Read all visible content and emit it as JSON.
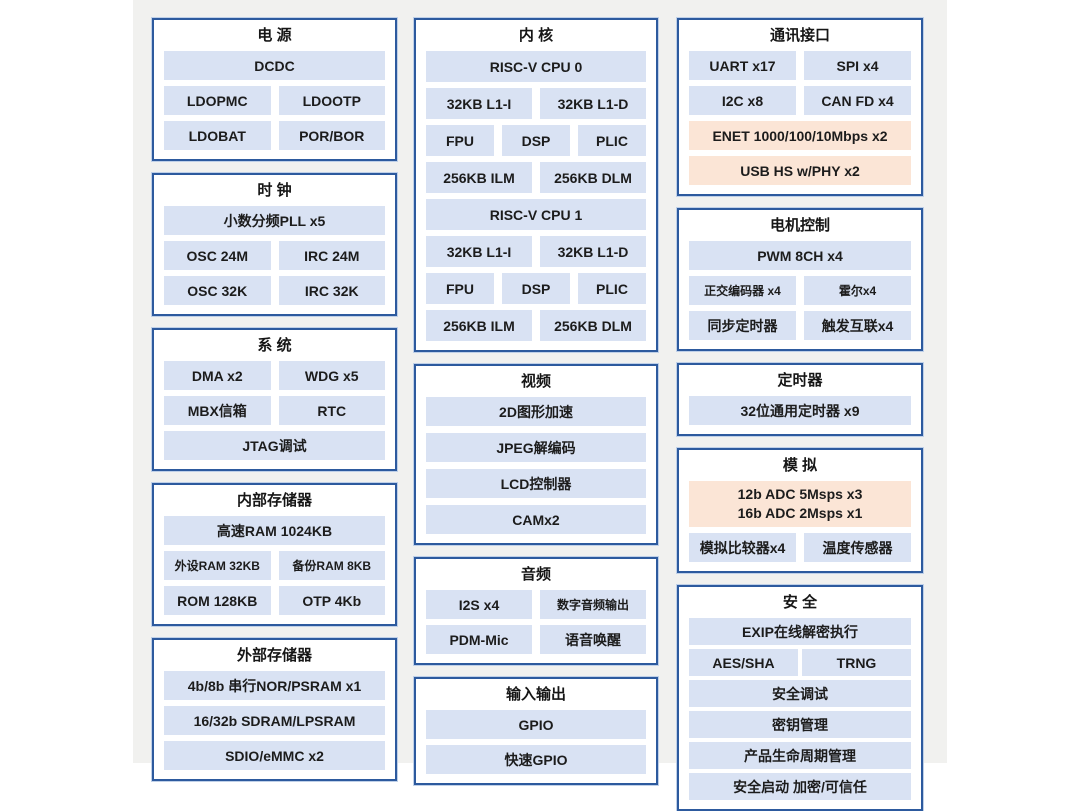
{
  "colors": {
    "slide_background": "#f1f1ef",
    "panel_border": "#2d5a9e",
    "block_blue": "#d9e2f3",
    "block_orange": "#fbe5d6",
    "text": "#1c1c1c"
  },
  "diagram": {
    "columns": [
      {
        "panels": [
          {
            "id": "power",
            "title": "电 源",
            "rows": [
              [
                {
                  "label": "DCDC"
                }
              ],
              [
                {
                  "label": "LDOPMC"
                },
                {
                  "label": "LDOOTP"
                }
              ],
              [
                {
                  "label": "LDOBAT"
                },
                {
                  "label": "POR/BOR"
                }
              ]
            ]
          },
          {
            "id": "clock",
            "title": "时 钟",
            "rows": [
              [
                {
                  "label": "小数分频PLL x5"
                }
              ],
              [
                {
                  "label": "OSC 24M"
                },
                {
                  "label": "IRC 24M"
                }
              ],
              [
                {
                  "label": "OSC 32K"
                },
                {
                  "label": "IRC 32K"
                }
              ]
            ]
          },
          {
            "id": "system",
            "title": "系 统",
            "rows": [
              [
                {
                  "label": "DMA x2"
                },
                {
                  "label": "WDG x5"
                }
              ],
              [
                {
                  "label": "MBX信箱"
                },
                {
                  "label": "RTC"
                }
              ],
              [
                {
                  "label": "JTAG调试"
                }
              ]
            ]
          },
          {
            "id": "internal-memory",
            "title": "内部存储器",
            "rows": [
              [
                {
                  "label": "高速RAM 1024KB"
                }
              ],
              [
                {
                  "label": "外设RAM 32KB",
                  "size": "small"
                },
                {
                  "label": "备份RAM 8KB",
                  "size": "small"
                }
              ],
              [
                {
                  "label": "ROM 128KB"
                },
                {
                  "label": "OTP 4Kb"
                }
              ]
            ]
          },
          {
            "id": "external-memory",
            "title": "外部存储器",
            "rows": [
              [
                {
                  "label": "4b/8b 串行NOR/PSRAM x1"
                }
              ],
              [
                {
                  "label": "16/32b SDRAM/LPSRAM"
                }
              ],
              [
                {
                  "label": "SDIO/eMMC x2"
                }
              ]
            ]
          }
        ]
      },
      {
        "panels": [
          {
            "id": "core",
            "title": "内 核",
            "rows": [
              [
                {
                  "label": "RISC-V CPU 0"
                }
              ],
              [
                {
                  "label": "32KB L1-I"
                },
                {
                  "label": "32KB L1-D"
                }
              ],
              [
                {
                  "label": "FPU"
                },
                {
                  "label": "DSP"
                },
                {
                  "label": "PLIC"
                }
              ],
              [
                {
                  "label": "256KB ILM"
                },
                {
                  "label": "256KB DLM"
                }
              ],
              [
                {
                  "label": "RISC-V CPU 1"
                }
              ],
              [
                {
                  "label": "32KB L1-I"
                },
                {
                  "label": "32KB L1-D"
                }
              ],
              [
                {
                  "label": "FPU"
                },
                {
                  "label": "DSP"
                },
                {
                  "label": "PLIC"
                }
              ],
              [
                {
                  "label": "256KB ILM"
                },
                {
                  "label": "256KB DLM"
                }
              ]
            ]
          },
          {
            "id": "video",
            "title": "视频",
            "rows": [
              [
                {
                  "label": "2D图形加速"
                }
              ],
              [
                {
                  "label": "JPEG解编码"
                }
              ],
              [
                {
                  "label": "LCD控制器"
                }
              ],
              [
                {
                  "label": "CAMx2"
                }
              ]
            ]
          },
          {
            "id": "audio",
            "title": "音频",
            "rows": [
              [
                {
                  "label": "I2S x4"
                },
                {
                  "label": "数字音频输出",
                  "size": "small"
                }
              ],
              [
                {
                  "label": "PDM-Mic"
                },
                {
                  "label": "语音唤醒"
                }
              ]
            ]
          },
          {
            "id": "io",
            "title": "输入输出",
            "rows": [
              [
                {
                  "label": "GPIO"
                }
              ],
              [
                {
                  "label": "快速GPIO"
                }
              ]
            ]
          }
        ]
      },
      {
        "panels": [
          {
            "id": "comm",
            "title": "通讯接口",
            "rows": [
              [
                {
                  "label": "UART x17"
                },
                {
                  "label": "SPI x4"
                }
              ],
              [
                {
                  "label": "I2C x8"
                },
                {
                  "label": "CAN FD x4"
                }
              ],
              [
                {
                  "label": "ENET 1000/100/10Mbps x2",
                  "color": "orange"
                }
              ],
              [
                {
                  "label": "USB HS w/PHY x2",
                  "color": "orange"
                }
              ]
            ]
          },
          {
            "id": "motor",
            "title": "电机控制",
            "rows": [
              [
                {
                  "label": "PWM 8CH x4"
                }
              ],
              [
                {
                  "label": "正交编码器 x4",
                  "size": "small"
                },
                {
                  "label": "霍尔x4",
                  "size": "small"
                }
              ],
              [
                {
                  "label": "同步定时器"
                },
                {
                  "label": "触发互联x4"
                }
              ]
            ]
          },
          {
            "id": "timer",
            "title": "定时器",
            "rows": [
              [
                {
                  "label": "32位通用定时器 x9"
                }
              ]
            ]
          },
          {
            "id": "analog",
            "title": "模 拟",
            "rows": [
              [
                {
                  "lines": [
                    "12b ADC 5Msps x3",
                    "16b ADC 2Msps x1"
                  ],
                  "color": "orange"
                }
              ],
              [
                {
                  "label": "模拟比较器x4"
                },
                {
                  "label": "温度传感器"
                }
              ]
            ]
          },
          {
            "id": "security",
            "title": "安 全",
            "rows": [
              [
                {
                  "label": "EXIP在线解密执行"
                }
              ],
              [
                {
                  "label": "AES/SHA"
                },
                {
                  "label": "TRNG"
                }
              ],
              [
                {
                  "label": "安全调试"
                }
              ],
              [
                {
                  "label": "密钥管理"
                }
              ],
              [
                {
                  "label": "产品生命周期管理"
                }
              ],
              [
                {
                  "label": "安全启动 加密/可信任"
                }
              ]
            ]
          }
        ]
      }
    ]
  }
}
